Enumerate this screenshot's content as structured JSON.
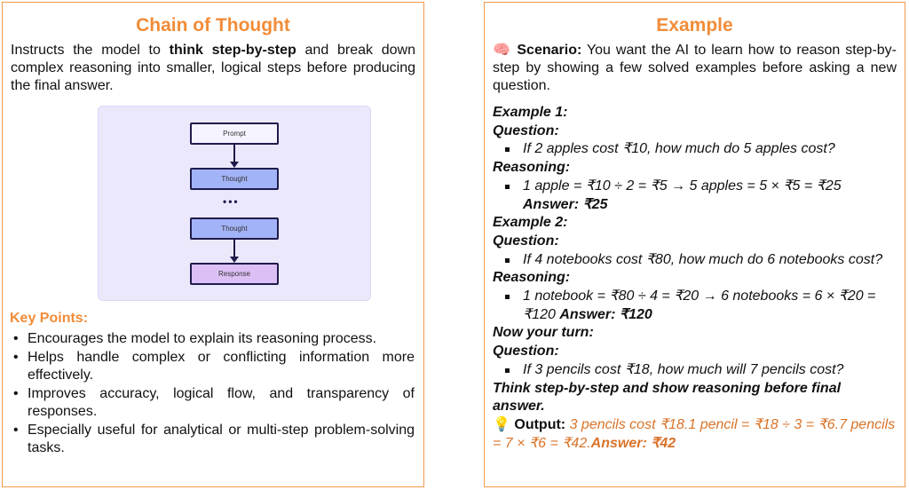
{
  "left": {
    "title": "Chain of Thought",
    "intro_pre": "Instructs the model to ",
    "intro_bold": "think step-by-step",
    "intro_post": " and break down complex reasoning into smaller, logical steps before producing the final answer.",
    "diagram": {
      "prompt": "Prompt",
      "thought1": "Thought",
      "dots": "•••",
      "thought2": "Thought",
      "response": "Response"
    },
    "key_points_title": "Key Points:",
    "key_points": [
      "Encourages the model to explain its reasoning process.",
      "Helps handle complex or conflicting information more effectively.",
      "Improves accuracy, logical flow, and transparency of responses.",
      "Especially useful for analytical or multi-step problem-solving tasks."
    ]
  },
  "right": {
    "title": "Example",
    "scenario_icon": "🧠",
    "scenario_label": "Scenario:",
    "scenario_text": " You want the AI to learn how to reason step-by-step by showing a few solved examples before asking a new question.",
    "ex1": "Example 1:",
    "q_label": "Question:",
    "ex1_q": "If 2 apples cost ₹10, how much do 5 apples cost?",
    "r_label": "Reasoning:",
    "ex1_r": "1 apple = ₹10 ÷ 2 = ₹5 → 5 apples = 5 × ₹5 = ₹25",
    "ex1_a": "Answer: ₹25",
    "ex2": "Example 2:",
    "ex2_q": "If 4 notebooks cost ₹80, how much do 6 notebooks cost?",
    "ex2_r": "1 notebook = ₹80 ÷ 4 = ₹20 → 6 notebooks = 6 × ₹20 = ₹120 ",
    "ex2_a": "Answer: ₹120",
    "turn": "Now your turn:",
    "turn_q": "If 3 pencils cost ₹18, how much will 7 pencils cost?",
    "instruction": "Think step-by-step and show reasoning before final answer.",
    "output_icon": "💡",
    "output_label": "Output:",
    "output_text": " 3 pencils cost ₹18.1 pencil = ₹18 ÷ 3 = ₹6.7 pencils = 7 × ₹6 = ₹42.",
    "output_answer": "Answer: ₹42"
  }
}
